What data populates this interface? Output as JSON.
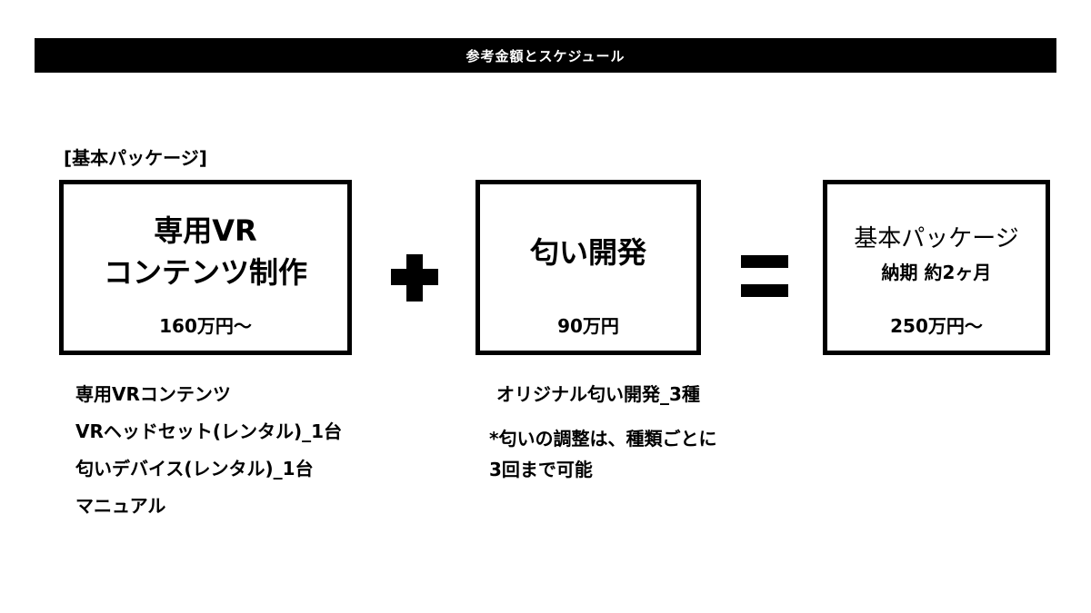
{
  "header": {
    "title": "参考金額とスケジュール"
  },
  "section_label": "[基本パッケージ]",
  "boxes": {
    "vr": {
      "title_line1": "専用VR",
      "title_line2": "コンテンツ制作",
      "price": "160万円〜"
    },
    "scent": {
      "title": "匂い開発",
      "price": "90万円"
    },
    "result": {
      "title": "基本パッケージ",
      "subtitle": "納期 約2ヶ月",
      "price": "250万円〜"
    }
  },
  "operators": {
    "plus": "plus-icon",
    "equals": "equals-icon"
  },
  "vr_items": [
    "専用VRコンテンツ",
    "VRヘッドセット(レンタル)_1台",
    "匂いデバイス(レンタル)_1台",
    "マニュアル"
  ],
  "scent_items": [
    "オリジナル匂い開発_3種"
  ],
  "scent_note": {
    "line1": "*匂いの調整は、種類ごとに",
    "line2": "3回まで可能"
  }
}
